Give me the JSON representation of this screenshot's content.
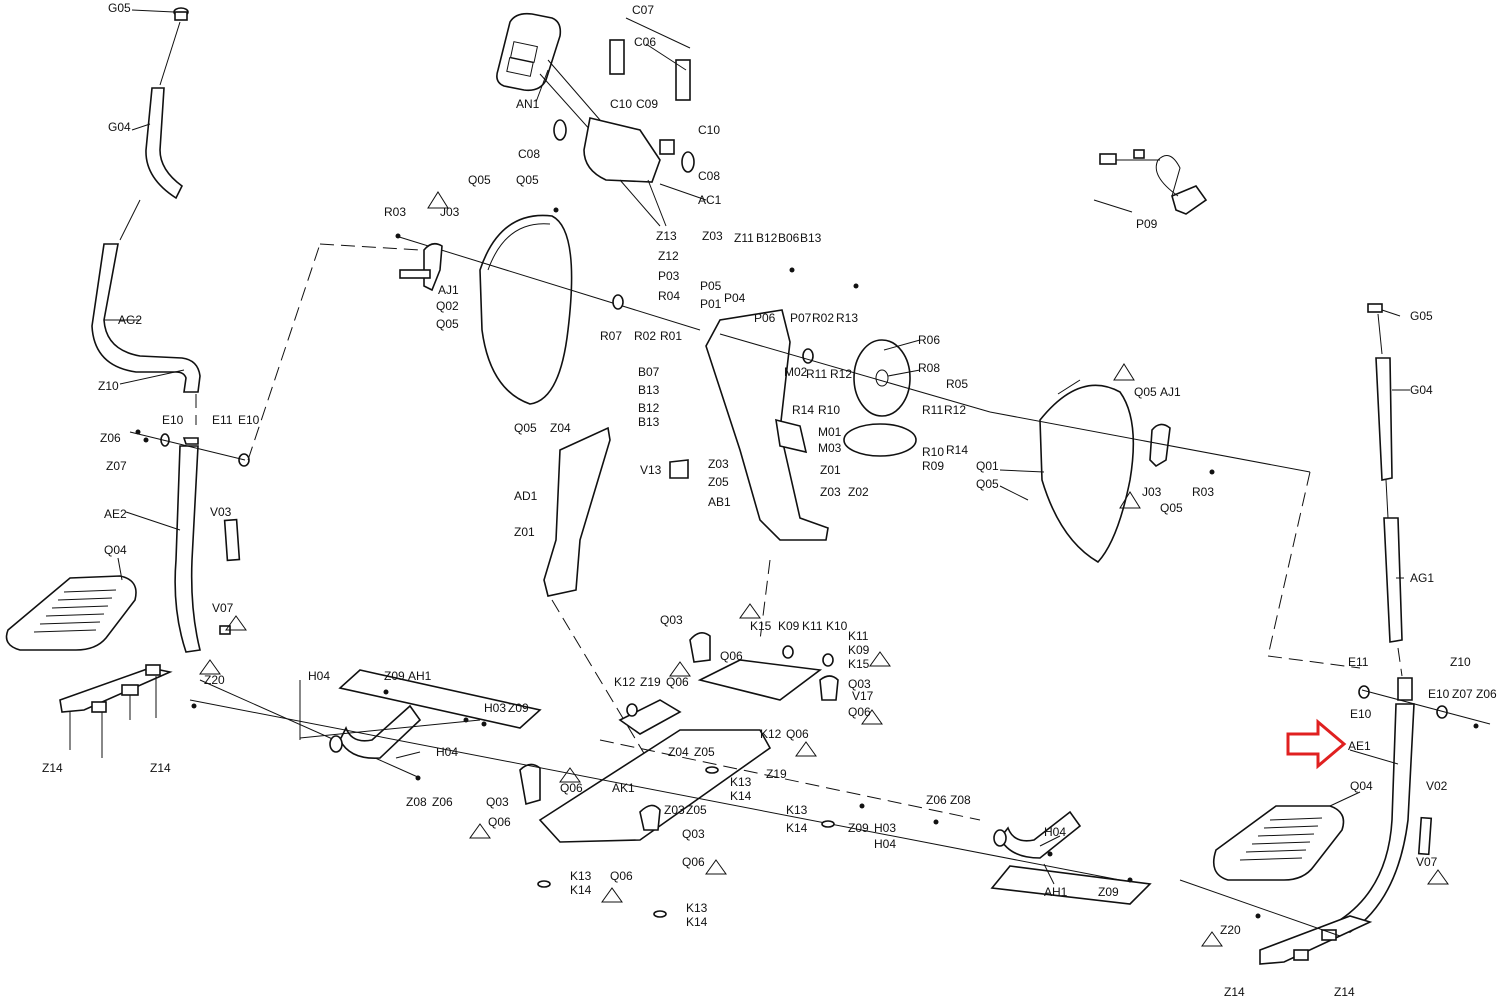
{
  "labels": {
    "G05_left": "G05",
    "G04_left": "G04",
    "AG2": "AG2",
    "Z10_left": "Z10",
    "E10_left_a": "E10",
    "E11_left": "E11",
    "E10_left_b": "E10",
    "Z06_left": "Z06",
    "Z07_left": "Z07",
    "AE2": "AE2",
    "V03": "V03",
    "Q04_left": "Q04",
    "V07_left": "V07",
    "Z20_left": "Z20",
    "Z14_left_a": "Z14",
    "Z14_left_b": "Z14",
    "AN1": "AN1",
    "C07": "C07",
    "C06": "C06",
    "C10_a": "C10",
    "C09": "C09",
    "C10_b": "C10",
    "C08_a": "C08",
    "C08_b": "C08",
    "AC1": "AC1",
    "Z13": "Z13",
    "Q05_a": "Q05",
    "Q05_b": "Q05",
    "R03_left": "R03",
    "J03_left": "J03",
    "AJ1_left": "AJ1",
    "Q02": "Q02",
    "Q05_c": "Q05",
    "R07": "R07",
    "R02_a": "R02",
    "R01": "R01",
    "Q05_d": "Q05",
    "Z03_a": "Z03",
    "Z11": "Z11",
    "B12_a": "B12",
    "B06": "B06",
    "B13_a": "B13",
    "Z12": "Z12",
    "P03": "P03",
    "R04": "R04",
    "P05": "P05",
    "P01": "P01",
    "P04": "P04",
    "P06": "P06",
    "P07": "P07",
    "R02_b": "R02",
    "R13": "R13",
    "R06": "R06",
    "R08": "R08",
    "B07": "B07",
    "B13_b": "B13",
    "B12_b": "B12",
    "B13_c": "B13",
    "M02": "M02",
    "R11_a": "R11",
    "R12_a": "R12",
    "R14_a": "R14",
    "R10_a": "R10",
    "M01": "M01",
    "M03": "M03",
    "R11_b": "R11",
    "R12_b": "R12",
    "R10_b": "R10",
    "R14_b": "R14",
    "R09": "R09",
    "R05": "R05",
    "Q05_e": "Q05",
    "AJ1_right": "AJ1",
    "Q01": "Q01",
    "Q05_f": "Q05",
    "J03_right": "J03",
    "R03_right": "R03",
    "Q05_g": "Q05",
    "P09": "P09",
    "Z04": "Z04",
    "V13": "V13",
    "Z03_b": "Z03",
    "Z05_a": "Z05",
    "AB1": "AB1",
    "Z01_a": "Z01",
    "Z03_c": "Z03",
    "Z02": "Z02",
    "AD1": "AD1",
    "Z01_b": "Z01",
    "G05_right": "G05",
    "G04_right": "G04",
    "AG1": "AG1",
    "Z10_right": "Z10",
    "E11_right": "E11",
    "E10_right_a": "E10",
    "E10_right_b": "E10",
    "Z07_right": "Z07",
    "Z06_right": "Z06",
    "AE1": "AE1",
    "Q04_right": "Q04",
    "V02": "V02",
    "V07_right": "V07",
    "Z20_right": "Z20",
    "Z14_right_a": "Z14",
    "Z14_right_b": "Z14",
    "H04_a": "H04",
    "Z09_a": "Z09",
    "AH1_a": "AH1",
    "H04_b": "H04",
    "H03_a": "H03",
    "Z09_b": "Z09",
    "Z08_a": "Z08",
    "Z06_a": "Z06",
    "Q03_a": "Q03",
    "Q06_a": "Q06",
    "K15_a": "K15",
    "K09_a": "K09",
    "K11_a": "K11",
    "K10": "K10",
    "K11_b": "K11",
    "K09_b": "K09",
    "K15_b": "K15",
    "K12_a": "K12",
    "Z19_a": "Z19",
    "Q06_b": "Q06",
    "Q03_b": "Q03",
    "V17": "V17",
    "Q06_c": "Q06",
    "Z04_b": "Z04",
    "Z05_b": "Z05",
    "K12_b": "K12",
    "Q06_d": "Q06",
    "Z19_b": "Z19",
    "K13_a": "K13",
    "K14_a": "K14",
    "Q03_c": "Q03",
    "Q06_e": "Q06",
    "Q06_f": "Q06",
    "AK1": "AK1",
    "Z03_d": "Z03",
    "Z05_c": "Z05",
    "Q03_d": "Q03",
    "Q06_g": "Q06",
    "K13_b": "K13",
    "K14_b": "K14",
    "Q06_h": "Q06",
    "K13_c": "K13",
    "K14_c": "K14",
    "K13_d": "K13",
    "K14_d": "K14",
    "Z09_c": "Z09",
    "H03_b": "H03",
    "H04_c": "H04",
    "Z06_b": "Z06",
    "Z08_b": "Z08",
    "H04_d": "H04",
    "AH1_b": "AH1",
    "Z09_d": "Z09"
  },
  "highlight_arrow_color": "#e02020",
  "line_color": "#111111"
}
